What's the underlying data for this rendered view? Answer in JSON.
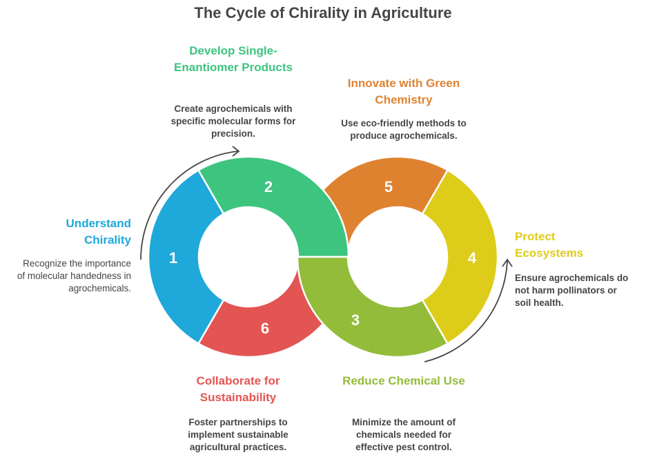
{
  "title": "The Cycle of Chirality in Agriculture",
  "colors": {
    "blue": "#1FA8DA",
    "green": "#3DC47F",
    "red": "#E35552",
    "olive": "#93BC3A",
    "yellow": "#DECC1B",
    "orange": "#DF8230"
  },
  "steps": [
    {
      "number": "1",
      "title": "Understand Chirality",
      "description": "Recognize the importance of molecular handedness in agrochemicals."
    },
    {
      "number": "2",
      "title": "Develop Single-Enantiomer Products",
      "description": "Create agrochemicals with specific molecular forms for precision."
    },
    {
      "number": "3",
      "title": "Reduce Chemical Use",
      "description": "Minimize the amount of chemicals needed for effective pest control."
    },
    {
      "number": "4",
      "title": "Protect Ecosystems",
      "description": "Ensure agrochemicals do not harm pollinators or soil health."
    },
    {
      "number": "5",
      "title": "Innovate with Green Chemistry",
      "description": "Use eco-friendly methods to produce agrochemicals."
    },
    {
      "number": "6",
      "title": "Collaborate for Sustainability",
      "description": "Foster partnerships to implement sustainable agricultural practices."
    }
  ]
}
